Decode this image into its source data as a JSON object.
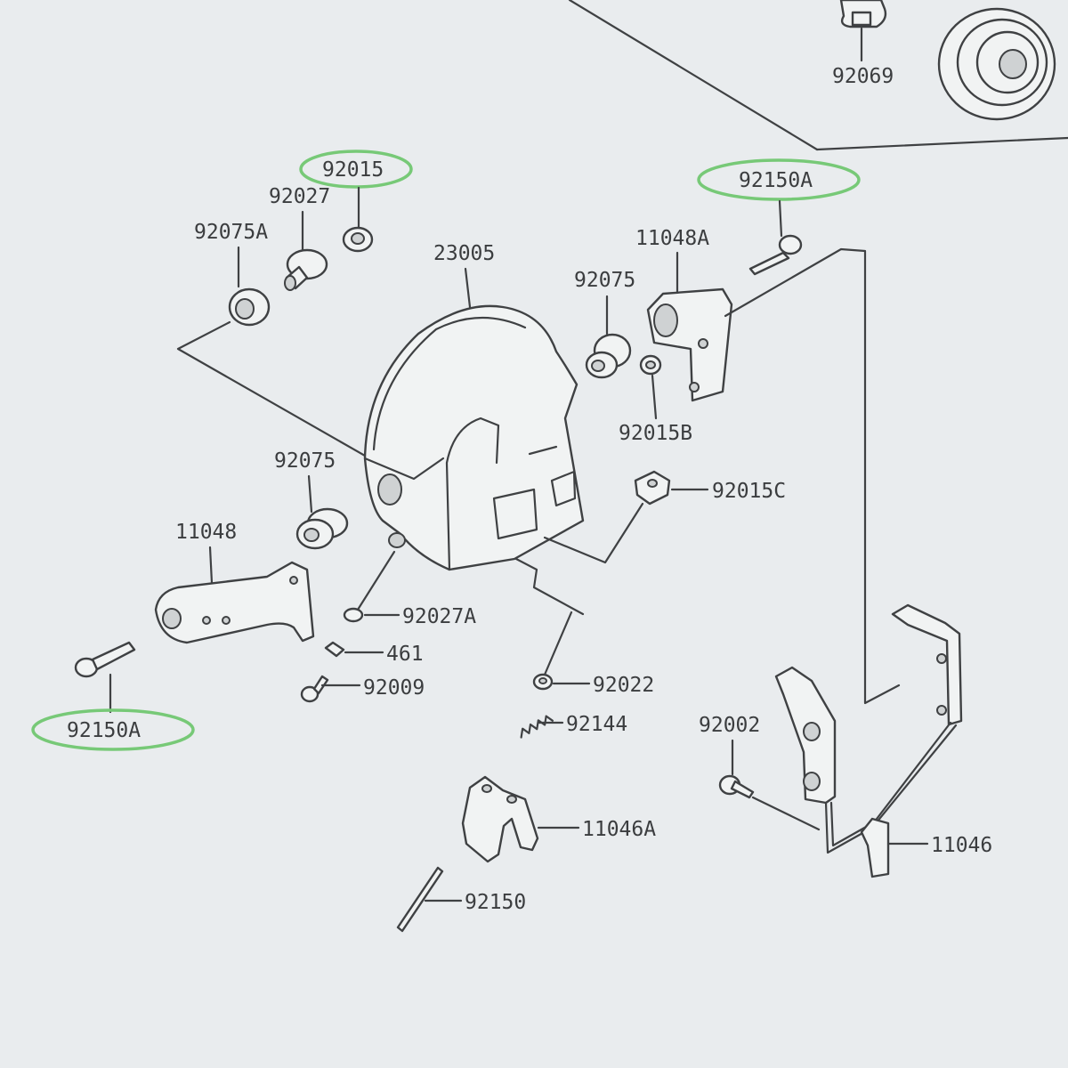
{
  "labels": {
    "p92069": "92069",
    "p92015": "92015",
    "p92027": "92027",
    "p92075A": "92075A",
    "p23005": "23005",
    "p11048A": "11048A",
    "p92150A_top": "92150A",
    "p92075_top": "92075",
    "p92015B": "92015B",
    "p92075_mid": "92075",
    "p92015C": "92015C",
    "p11048": "11048",
    "p92027A": "92027A",
    "p461": "461",
    "p92009": "92009",
    "p92022": "92022",
    "p92144": "92144",
    "p92150A_bottom": "92150A",
    "p92002": "92002",
    "p11046A": "11046A",
    "p11046": "11046",
    "p92150": "92150"
  },
  "highlighted": [
    "92015",
    "92150A",
    "92150A"
  ],
  "colors": {
    "highlight": "#77c977",
    "ink": "#3f4143",
    "paper": "#e9ecee"
  }
}
